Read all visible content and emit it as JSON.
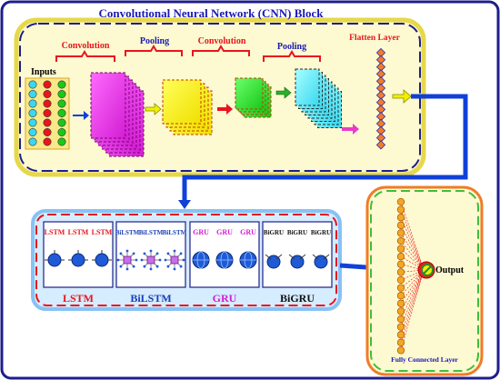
{
  "cnn_block": {
    "title": "Convolutional Neural Network (CNN) Block",
    "inputs_label": "Inputs",
    "stage_labels": [
      "Convolution",
      "Pooling",
      "Convolution",
      "Pooling"
    ],
    "flatten_label": "Flatten Layer"
  },
  "recurrent_block": {
    "panels": [
      {
        "name": "LSTM",
        "cells": [
          "LSTM",
          "LSTM",
          "LSTM"
        ],
        "caption": "LSTM",
        "color": "#e8141e"
      },
      {
        "name": "BiLSTM",
        "cells": [
          "BiLSTM",
          "BiLSTM",
          "BiLSTM"
        ],
        "caption": "BiLSTM",
        "color": "#1a3fb5"
      },
      {
        "name": "GRU",
        "cells": [
          "GRU",
          "GRU",
          "GRU"
        ],
        "caption": "GRU",
        "color": "#d21ed2"
      },
      {
        "name": "BiGRU",
        "cells": [
          "BiGRU",
          "BiGRU",
          "BiGRU"
        ],
        "caption": "BiGRU",
        "color": "#111111"
      }
    ]
  },
  "dense_block": {
    "output_label": "Output",
    "caption": "Fully Connected Layer"
  },
  "colors": {
    "border_main": "#1e1e8c",
    "block_fill": "#fdf9d0",
    "border_yellow": "#e6d84a",
    "arrow_blue": "#1040d8",
    "fc_border": "#f07c2a",
    "fc_inner_border": "#3cbf3c",
    "title_blue": "#1a1ab4",
    "label_red": "#e8141e"
  }
}
